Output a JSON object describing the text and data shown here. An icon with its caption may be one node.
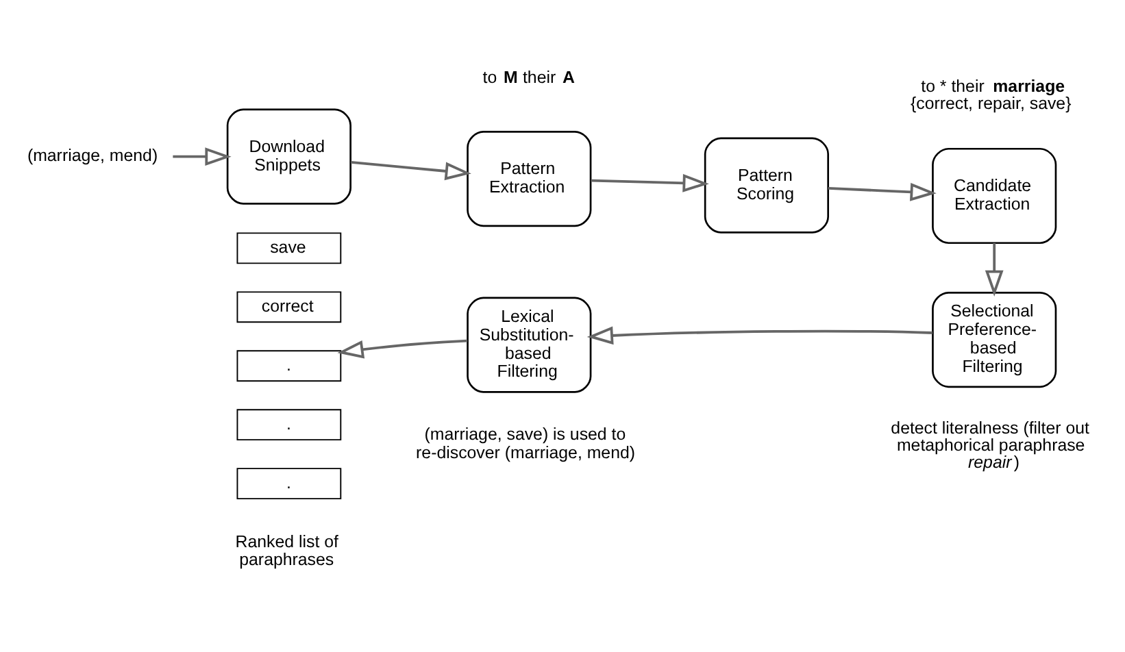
{
  "diagram": {
    "nodes": [
      {
        "text": [
          "(marriage, mend)"
        ]
      },
      {
        "text": [
          "Download Snippets"
        ]
      },
      {
        "text": [
          "Pattern Extraction"
        ],
        "beside": [
          "to **M** their **A**"
        ]
      },
      {
        "text": [
          "Pattern Scoring"
        ]
      },
      {
        "text": [
          "Candidate Extraction"
        ],
        "beside": [
          "to * their **marriage**",
          "{correct, repair, save}"
        ]
      },
      {
        "text": [
          "Selectional Preference-based Filtering"
        ],
        "beside": [
          "detect literalness (filter out metaphorical paraphrase *repair*)"
        ]
      },
      {
        "text": [
          "Lexical Substitution-based Filtering"
        ],
        "beside": [
          "(marriage, save) is used to re-discover (marriage, mend)"
        ]
      },
      {
        "text": [
          "save"
        ]
      },
      {
        "text": [
          "correct"
        ]
      },
      {
        "text": [
          "."
        ]
      },
      {
        "text": [
          "."
        ]
      },
      {
        "text": [
          "."
        ]
      }
    ],
    "edges": [
      {
        "from": 0,
        "to": 1,
        "arrow": "to"
      },
      {
        "from": 1,
        "to": 2,
        "arrow": "to"
      },
      {
        "from": 2,
        "to": 3,
        "arrow": "to"
      },
      {
        "from": 3,
        "to": 4,
        "arrow": "to"
      },
      {
        "from": 4,
        "to": 5,
        "arrow": "to"
      },
      {
        "from": 5,
        "to": 6,
        "arrow": "to"
      },
      {
        "from": 6,
        "to": 9,
        "arrow": "to"
      }
    ],
    "labels": [
      "Ranked list of paraphrases"
    ]
  }
}
